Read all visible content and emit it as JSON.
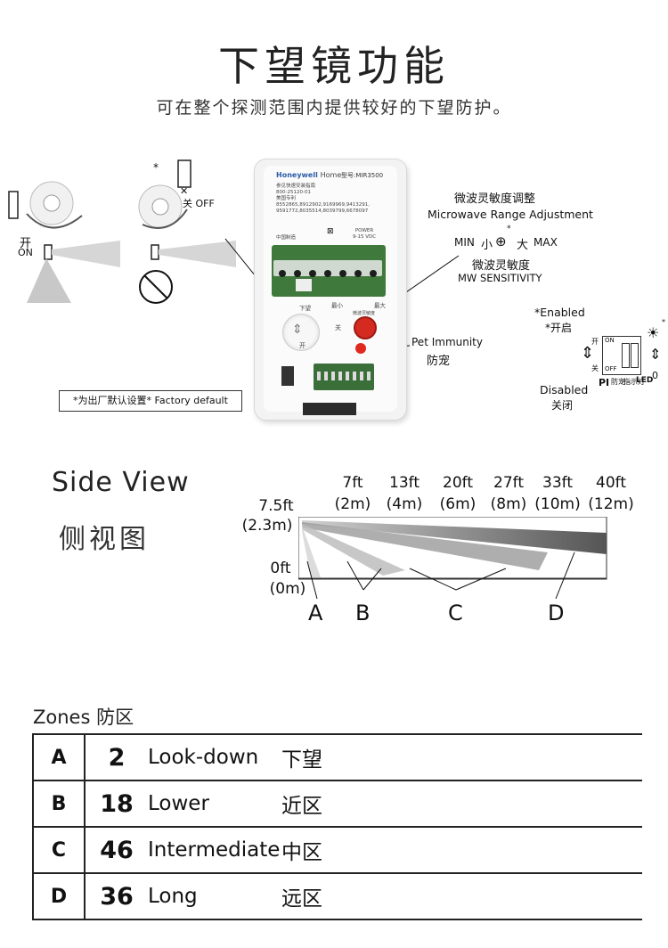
{
  "header": {
    "title": "下望镜功能",
    "subtitle": "可在整个探测范围内提供较好的下望防护。"
  },
  "left_illustration": {
    "on_cn": "开",
    "on_en": "ON",
    "off_label": "关 OFF",
    "star": "*"
  },
  "device": {
    "brand": "Honeywell",
    "brand_suffix": "Home",
    "model": "型号:MIR3500",
    "ref_cn": "参见快速安装指南",
    "ref_no": "800-25120-01",
    "patent_cn": "美国专利",
    "patent_1": "8552865,8912902,9169969,9413291,",
    "patent_2": "9591772,8035514,8039799,6678097",
    "made_cn": "中国制造",
    "power": "POWER",
    "voltage": "9-15 VDC",
    "lookdown_cn": "下望",
    "on_cn": "开",
    "off_cn": "关",
    "min_cn": "最小",
    "max_cn": "最大",
    "mw_cn": "微波灵敏度"
  },
  "microwave": {
    "title_cn": "微波灵敏度调整",
    "title_en": "Microwave Range Adjustment",
    "min": "MIN",
    "small_cn": "小",
    "big_cn": "大",
    "max": "MAX",
    "star": "*",
    "sens_cn": "微波灵敏度",
    "sens_en": "MW SENSITIVITY"
  },
  "pet": {
    "en": "Pet Immunity",
    "cn": "防宠"
  },
  "switch_legend": {
    "enabled_en": "*Enabled",
    "enabled_cn": "*开启",
    "disabled_en": "Disabled",
    "disabled_cn": "关闭",
    "on": "ON",
    "off": "OFF",
    "open_cn": "开",
    "close_cn": "关",
    "pi": "PI",
    "pet_cn": "防宠",
    "led": "LED",
    "led_cn": "指示灯",
    "zero": "0",
    "star": "*"
  },
  "factory_default": "*为出厂默认设置* Factory default",
  "side_view": {
    "title_en": "Side View",
    "title_cn": "侧视图",
    "height_top": "7.5ft",
    "height_top_m": "(2.3m)",
    "height_bottom": "0ft",
    "height_bottom_m": "(0m)",
    "distances": [
      {
        "ft": "7ft",
        "m": "(2m)"
      },
      {
        "ft": "13ft",
        "m": "(4m)"
      },
      {
        "ft": "20ft",
        "m": "(6m)"
      },
      {
        "ft": "27ft",
        "m": "(8m)"
      },
      {
        "ft": "33ft",
        "m": "(10m)"
      },
      {
        "ft": "40ft",
        "m": "(12m)"
      }
    ],
    "zone_letters": [
      "A",
      "B",
      "C",
      "D"
    ]
  },
  "zones": {
    "title": "Zones 防区",
    "rows": [
      {
        "letter": "A",
        "count": "2",
        "en": "Look-down",
        "cn": "下望"
      },
      {
        "letter": "B",
        "count": "18",
        "en": "Lower",
        "cn": "近区"
      },
      {
        "letter": "C",
        "count": "46",
        "en": "Intermediate",
        "cn": "中区"
      },
      {
        "letter": "D",
        "count": "36",
        "en": "Long",
        "cn": "远区"
      }
    ]
  },
  "colors": {
    "pcb_green": "#3f7a3c",
    "pot_red": "#d42a20",
    "brand_blue": "#2a5ba8"
  }
}
